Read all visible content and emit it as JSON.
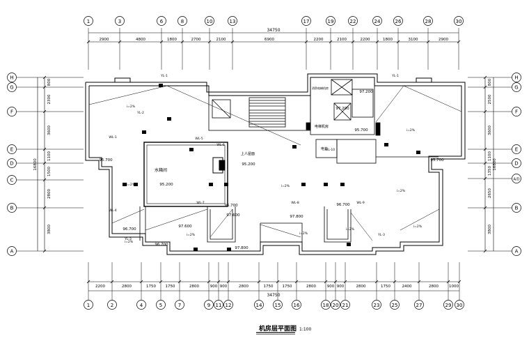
{
  "drawing": {
    "title": "机房层平面图",
    "scale": "1:100",
    "total_top": "34750",
    "total_bottom": "34750",
    "color_line": "#000000"
  },
  "top_axes": [
    "1",
    "3",
    "6",
    "8",
    "10",
    "13",
    "17",
    "19",
    "22",
    "24",
    "26",
    "28",
    "30"
  ],
  "top_spans": [
    "2900",
    "4800",
    "1800",
    "2700",
    "2100",
    "6900",
    "2200",
    "2100",
    "2200",
    "1800",
    "3100",
    "2900"
  ],
  "bottom_axes": [
    "1",
    "2",
    "4",
    "5",
    "7",
    "9",
    "11",
    "12",
    "14",
    "15",
    "16",
    "18",
    "20",
    "21",
    "23",
    "25",
    "27",
    "29",
    "30"
  ],
  "bottom_spans": [
    "2200",
    "2800",
    "1750",
    "1750",
    "2800",
    "900",
    "900",
    "2800",
    "1750",
    "1750",
    "2800",
    "900",
    "900",
    "2800",
    "1750",
    "2400",
    "2800",
    "1000"
  ],
  "left_axes": [
    "H",
    "G",
    "F",
    "E",
    "D",
    "C",
    "B",
    "A"
  ],
  "left_spans": [
    "800",
    "2300",
    "3600",
    "1100",
    "1500",
    "2800",
    "3800"
  ],
  "left_total": "16800",
  "right_axes": [
    "H",
    "G",
    "F",
    "E",
    "D",
    "A/D",
    "B",
    "A"
  ],
  "right_spans": [
    "800",
    "2500",
    "3600",
    "1100",
    "1350",
    "2650",
    "3800"
  ],
  "right_total": "16800",
  "rooms": {
    "water_tank": "水箱间",
    "machine_room": "电梯机房",
    "fire_room": "消防电梯机房",
    "stair_access": "上人屋面",
    "elevator_shaft": "电井"
  },
  "elevations": [
    "95.700",
    "95.700",
    "95.200",
    "95.200",
    "96.700",
    "96.700",
    "97.600",
    "97.800",
    "97.600",
    "97.800",
    "96.700",
    "97.200",
    "97.200",
    "95.700",
    "96.700"
  ],
  "slopes": [
    "i=2%",
    "i=2%",
    "i=2%",
    "i=2%",
    "i=2%",
    "i=2%",
    "i=2%",
    "i=2%",
    "i=2%",
    "i=2%"
  ],
  "pipe_labels": [
    "YL-1",
    "YL-1",
    "YL-2",
    "YL-3",
    "YL-3",
    "WL-1",
    "WL-4",
    "WL-5",
    "WL-6",
    "WL-7",
    "WL-8",
    "WL-9",
    "WL-10"
  ]
}
